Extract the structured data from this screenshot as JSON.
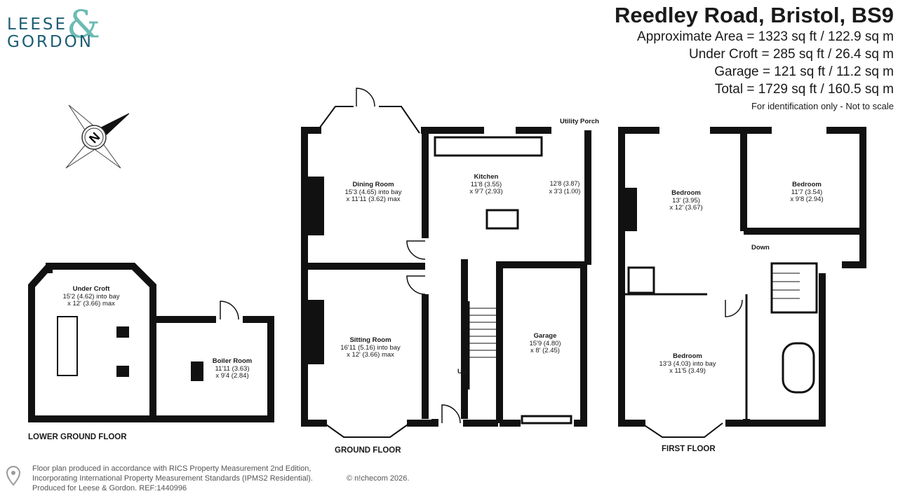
{
  "brand": {
    "logo_top": "LEESE",
    "logo_amp": "&",
    "logo_bottom": "GORDON"
  },
  "header": {
    "title": "Reedley Road, Bristol, BS9",
    "approx_area": "Approximate Area = 1323 sq ft / 122.9 sq m",
    "under_croft": "Under Croft = 285 sq ft / 26.4 sq m",
    "garage": "Garage = 121 sq ft / 11.2 sq m",
    "total": "Total = 1729 sq ft / 160.5 sq m",
    "note": "For identification only - Not to scale"
  },
  "compass": {
    "letter": "N"
  },
  "floors": {
    "lower": "LOWER GROUND FLOOR",
    "ground": "GROUND FLOOR",
    "first": "FIRST FLOOR"
  },
  "rooms": {
    "under_croft": {
      "name": "Under Croft",
      "dims": [
        "15'2 (4.62) into bay",
        "x 12' (3.66) max"
      ]
    },
    "boiler_room": {
      "name": "Boiler Room",
      "dims": [
        "11'11 (3.63)",
        "x 9'4 (2.84)"
      ]
    },
    "dining_room": {
      "name": "Dining Room",
      "dims": [
        "15'3 (4.65) into bay",
        "x 11'11 (3.62) max"
      ]
    },
    "kitchen": {
      "name": "Kitchen",
      "dims": [
        "11'8 (3.55)",
        "x 9'7 (2.93)"
      ]
    },
    "utility_porch": {
      "name": "Utility Porch",
      "dims": [
        "12'8 (3.87)",
        "x 3'3 (1.00)"
      ]
    },
    "sitting_room": {
      "name": "Sitting Room",
      "dims": [
        "16'11 (5.16) into bay",
        "x 12' (3.66) max"
      ]
    },
    "garage": {
      "name": "Garage",
      "dims": [
        "15'9 (4.80)",
        "x 8' (2.45)"
      ]
    },
    "bedroom_1": {
      "name": "Bedroom",
      "dims": [
        "13' (3.95)",
        "x 12' (3.67)"
      ]
    },
    "bedroom_2": {
      "name": "Bedroom",
      "dims": [
        "11'7 (3.54)",
        "x 9'8 (2.94)"
      ]
    },
    "bedroom_3": {
      "name": "Bedroom",
      "dims": [
        "13'3 (4.03) into bay",
        "x 11'5 (3.49)"
      ]
    }
  },
  "stairs": {
    "up": "Up",
    "down": "Down"
  },
  "footer": {
    "line1": "Floor plan produced in accordance with RICS Property Measurement 2nd Edition,",
    "line2": "Incorporating International Property Measurement Standards (IPMS2 Residential).",
    "line3": "Produced for Leese & Gordon.   REF:1440996",
    "copyright": "© n!checom 2026."
  },
  "colors": {
    "wall": "#111111",
    "brand_blue": "#1d5d74",
    "brand_teal": "#6cbbb3",
    "text": "#1a1a1a"
  }
}
